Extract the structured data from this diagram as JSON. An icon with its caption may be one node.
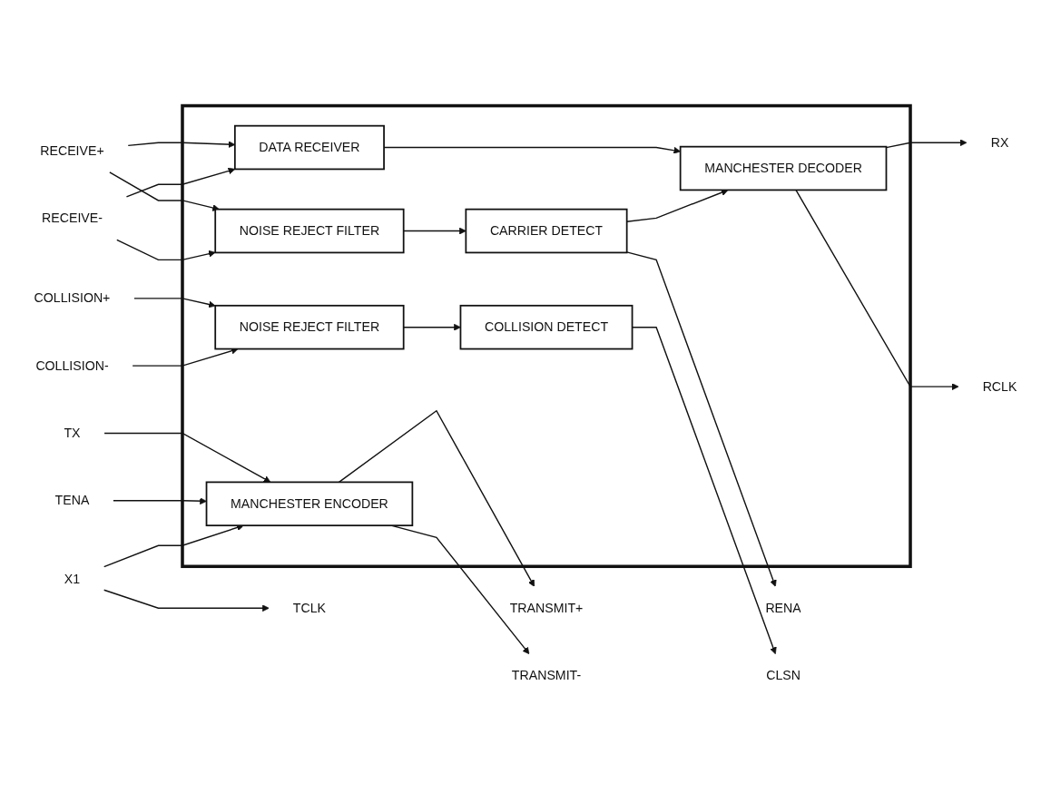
{
  "diagram": {
    "nodes": [
      {
        "text": [],
        "shape": "box"
      },
      {
        "text": [
          "MANCHESTER DECODER"
        ],
        "in": 0
      },
      {
        "text": [
          "DATA RECEIVER"
        ],
        "in": 0
      },
      {
        "text": [
          "CARRIER DETECT"
        ],
        "in": 0
      },
      {
        "text": [
          "NOISE REJECT FILTER"
        ],
        "in": 0
      },
      {
        "text": [
          "COLLISION DETECT"
        ],
        "in": 0
      },
      {
        "text": [
          "NOISE REJECT FILTER"
        ],
        "in": 0
      },
      {
        "text": [
          "MANCHESTER ENCODER"
        ],
        "in": 0
      },
      {
        "text": [
          "RX"
        ]
      },
      {
        "text": [
          "RCLK"
        ]
      },
      {
        "text": [
          "RENA"
        ]
      },
      {
        "text": [
          "CLSN"
        ]
      },
      {
        "text": [
          "TX"
        ]
      },
      {
        "text": [
          "TENA"
        ]
      },
      {
        "text": [
          "TCLK"
        ]
      },
      {
        "text": [
          "X1"
        ]
      },
      {
        "text": [
          "RECEIVE+"
        ]
      },
      {
        "text": [
          "RECEIVE-"
        ]
      },
      {
        "text": [
          "COLLISION+"
        ]
      },
      {
        "text": [
          "COLLISION-"
        ]
      },
      {
        "text": [
          "TRANSMIT+"
        ]
      },
      {
        "text": [
          "TRANSMIT-"
        ]
      }
    ],
    "edges": [
      {
        "from": 1,
        "to": 8,
        "arrow": "to"
      },
      {
        "from": 1,
        "to": 9,
        "arrow": "to"
      },
      {
        "from": 2,
        "to": 1,
        "arrow": "to"
      },
      {
        "from": 3,
        "to": 1,
        "arrow": "to"
      },
      {
        "from": 3,
        "to": 10,
        "arrow": "to"
      },
      {
        "from": 4,
        "to": 3,
        "arrow": "to"
      },
      {
        "from": 16,
        "to": 2,
        "arrow": "to"
      },
      {
        "from": 16,
        "to": 4,
        "arrow": "to"
      },
      {
        "from": 17,
        "to": 2,
        "arrow": "to"
      },
      {
        "from": 17,
        "to": 4,
        "arrow": "to"
      },
      {
        "from": 6,
        "to": 5,
        "arrow": "to"
      },
      {
        "from": 5,
        "to": 11,
        "arrow": "to"
      },
      {
        "from": 18,
        "to": 6,
        "arrow": "to"
      },
      {
        "from": 19,
        "to": 6,
        "arrow": "to"
      },
      {
        "from": 12,
        "to": 7,
        "arrow": "to"
      },
      {
        "from": 13,
        "to": 7,
        "arrow": "to"
      },
      {
        "from": 7,
        "to": 20,
        "arrow": "to"
      },
      {
        "from": 7,
        "to": 21,
        "arrow": "to"
      },
      {
        "from": 15,
        "to": 7,
        "arrow": "to"
      },
      {
        "from": 15,
        "to": 14,
        "arrow": "to"
      }
    ]
  }
}
